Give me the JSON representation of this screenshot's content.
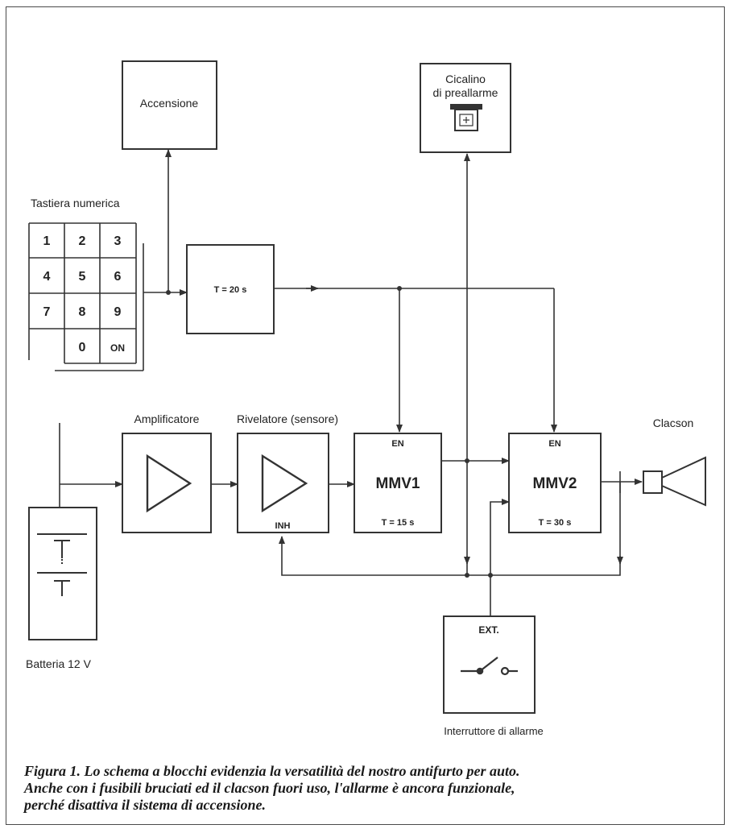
{
  "blocks": {
    "accensione": "Accensione",
    "cicalino_line1": "Cicalino",
    "cicalino_line2": "di preallarme",
    "keypad_title": "Tastiera numerica",
    "timer": "T = 20 s",
    "amplificatore": "Amplificatore",
    "rivelatore": "Rivelatore (sensore)",
    "rivelatore_inh": "INH",
    "mmv1_en": "EN",
    "mmv1_name": "MMV1",
    "mmv1_time": "T = 15 s",
    "mmv2_en": "EN",
    "mmv2_name": "MMV2",
    "mmv2_time": "T = 30 s",
    "clacson": "Clacson",
    "batteria": "Batteria 12 V",
    "ext": "EXT.",
    "interruttore": "Interruttore di allarme"
  },
  "keypad": {
    "keys": [
      "1",
      "2",
      "3",
      "4",
      "5",
      "6",
      "7",
      "8",
      "9",
      "",
      "0",
      "ON"
    ]
  },
  "caption": {
    "line1": "Figura 1. Lo schema a blocchi evidenzia la versatilità del nostro antifurto per auto.",
    "line2": "Anche con i fusibili bruciati ed il clacson fuori uso, l'allarme è ancora funzionale,",
    "line3": "perché disattiva il sistema di accensione."
  }
}
